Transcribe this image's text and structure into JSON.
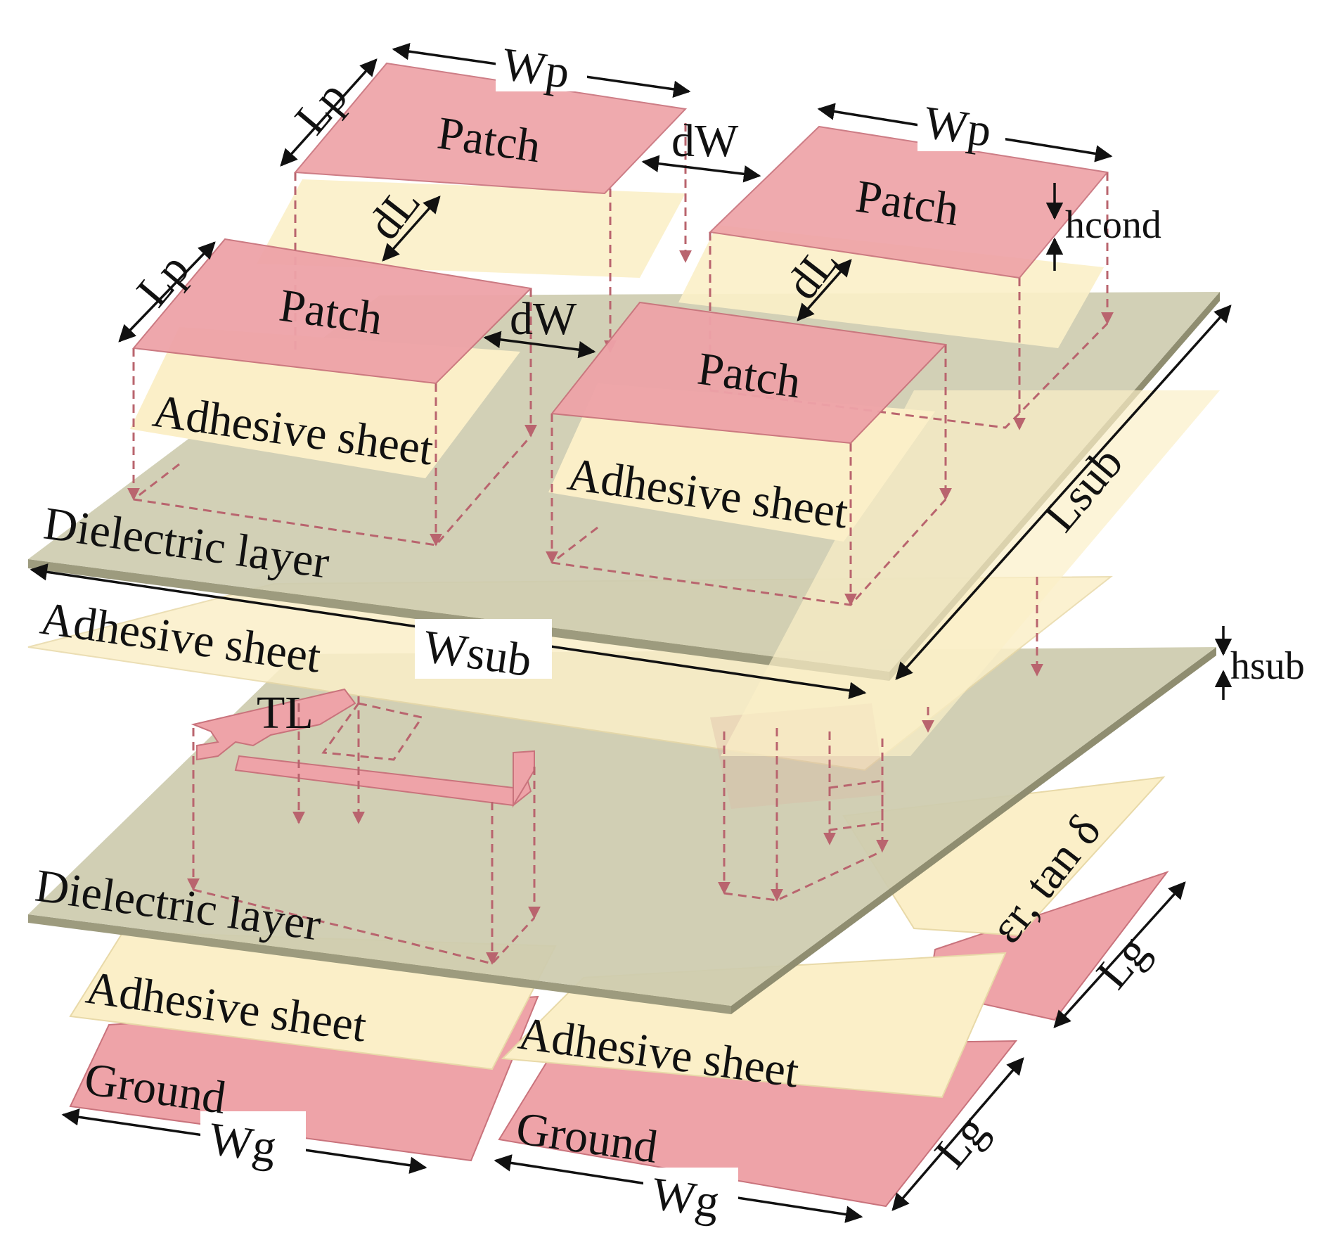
{
  "colors": {
    "patch": "#eea3a8",
    "patch_edge": "#c9737c",
    "adhesive": "#fbefc8",
    "dielectric": "#cdcbae",
    "dielectric_edge": "#9d9b7e",
    "dashed_arrow": "#b9646e",
    "dimension": "#111111"
  },
  "labels": {
    "patch": "Patch",
    "adhesive_sheet": "Adhesive sheet",
    "dielectric_layer": "Dielectric layer",
    "ground": "Ground",
    "tl": "TL",
    "eps_tan": "εr, tan δ"
  },
  "dimensions": {
    "wp": "Wp",
    "lp": "Lp",
    "dw": "dW",
    "dl": "dL",
    "h_cond": "hcond",
    "h_sub": "hsub",
    "l_sub": "Lsub",
    "w_sub": "Wsub",
    "wg": "Wg",
    "lg": "Lg"
  }
}
